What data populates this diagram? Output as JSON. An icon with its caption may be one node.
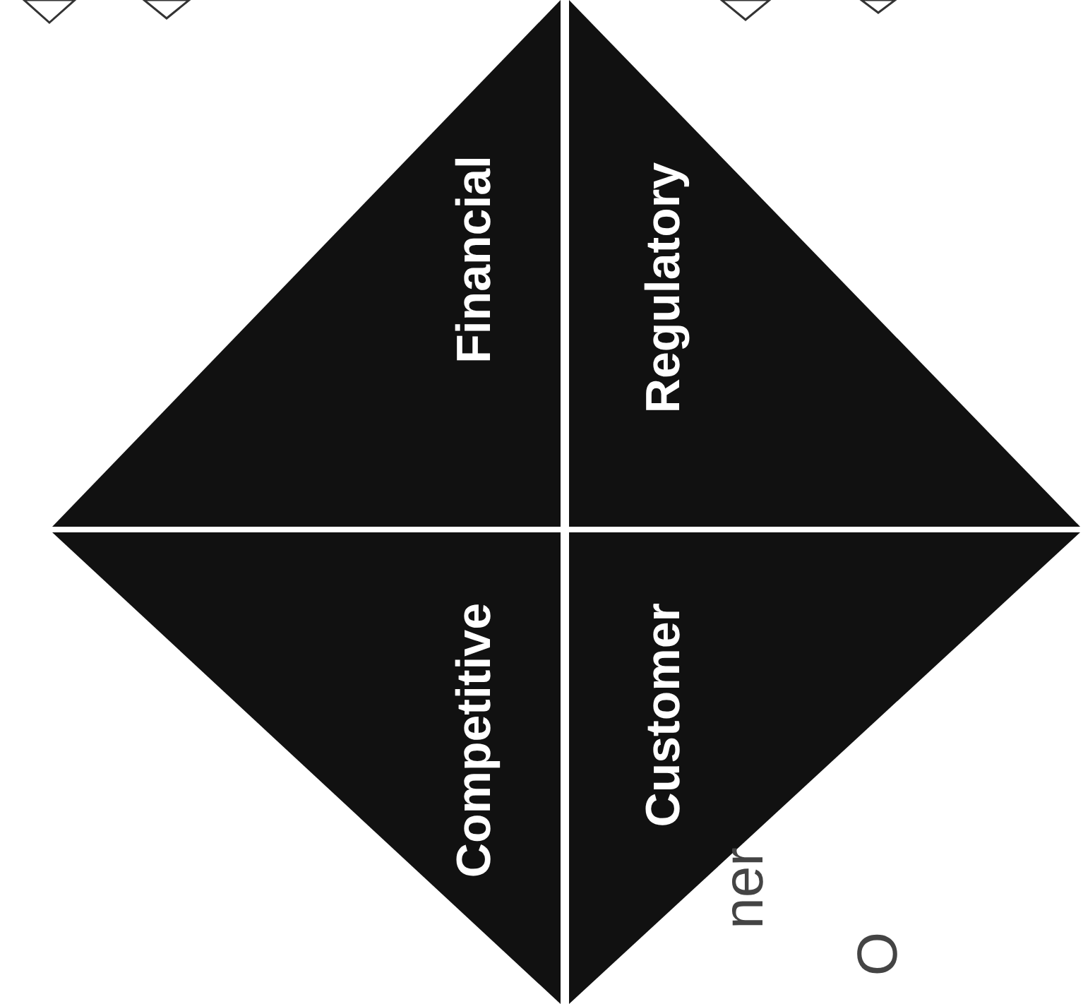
{
  "diagram": {
    "nodes": [
      {
        "text": [
          "Financial"
        ]
      },
      {
        "text": [
          "Competitive"
        ]
      },
      {
        "text": [
          "Regulatory"
        ]
      },
      {
        "text": [
          "Customer"
        ]
      }
    ],
    "labels": [
      "ner",
      "O"
    ]
  }
}
